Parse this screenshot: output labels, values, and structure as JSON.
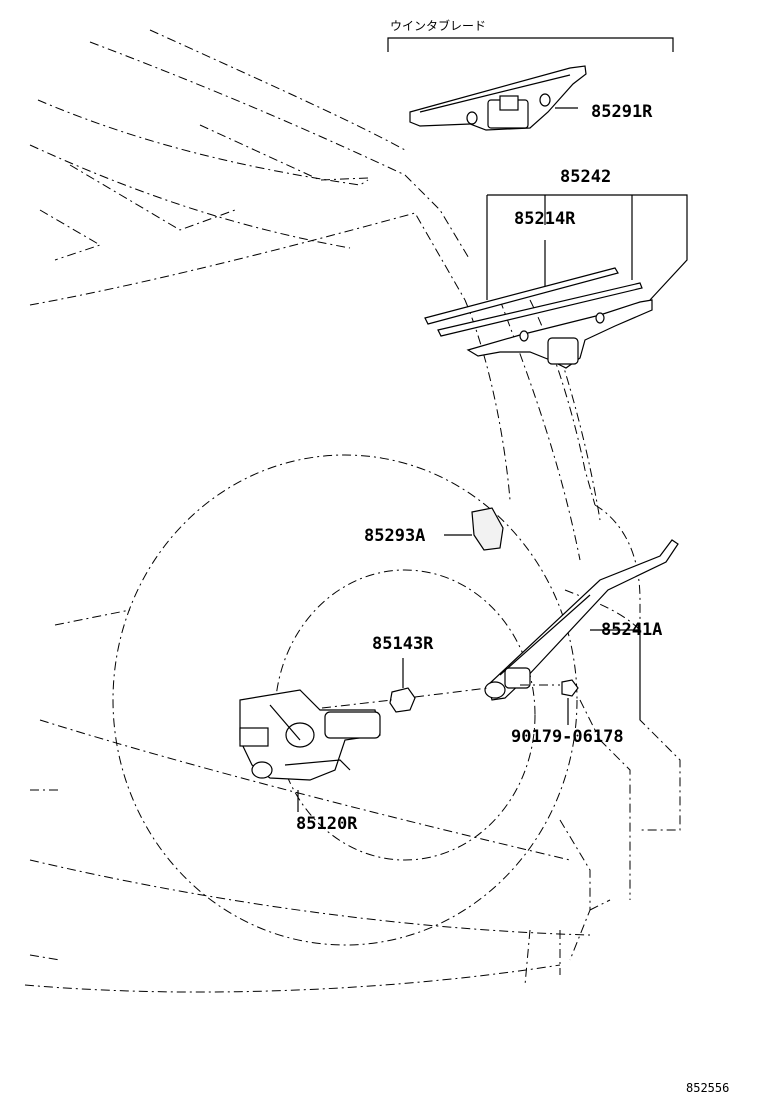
{
  "diagram": {
    "header_label": "ウインタブレード",
    "diagram_id": "852556",
    "parts": [
      {
        "key": "blade",
        "number": "85291R"
      },
      {
        "key": "blade_assy",
        "number": "85242"
      },
      {
        "key": "refill",
        "number": "85214R"
      },
      {
        "key": "cover",
        "number": "85293A"
      },
      {
        "key": "grommet",
        "number": "85143R"
      },
      {
        "key": "arm",
        "number": "85241A"
      },
      {
        "key": "nut",
        "number": "90179-06178"
      },
      {
        "key": "motor",
        "number": "85120R"
      }
    ]
  }
}
